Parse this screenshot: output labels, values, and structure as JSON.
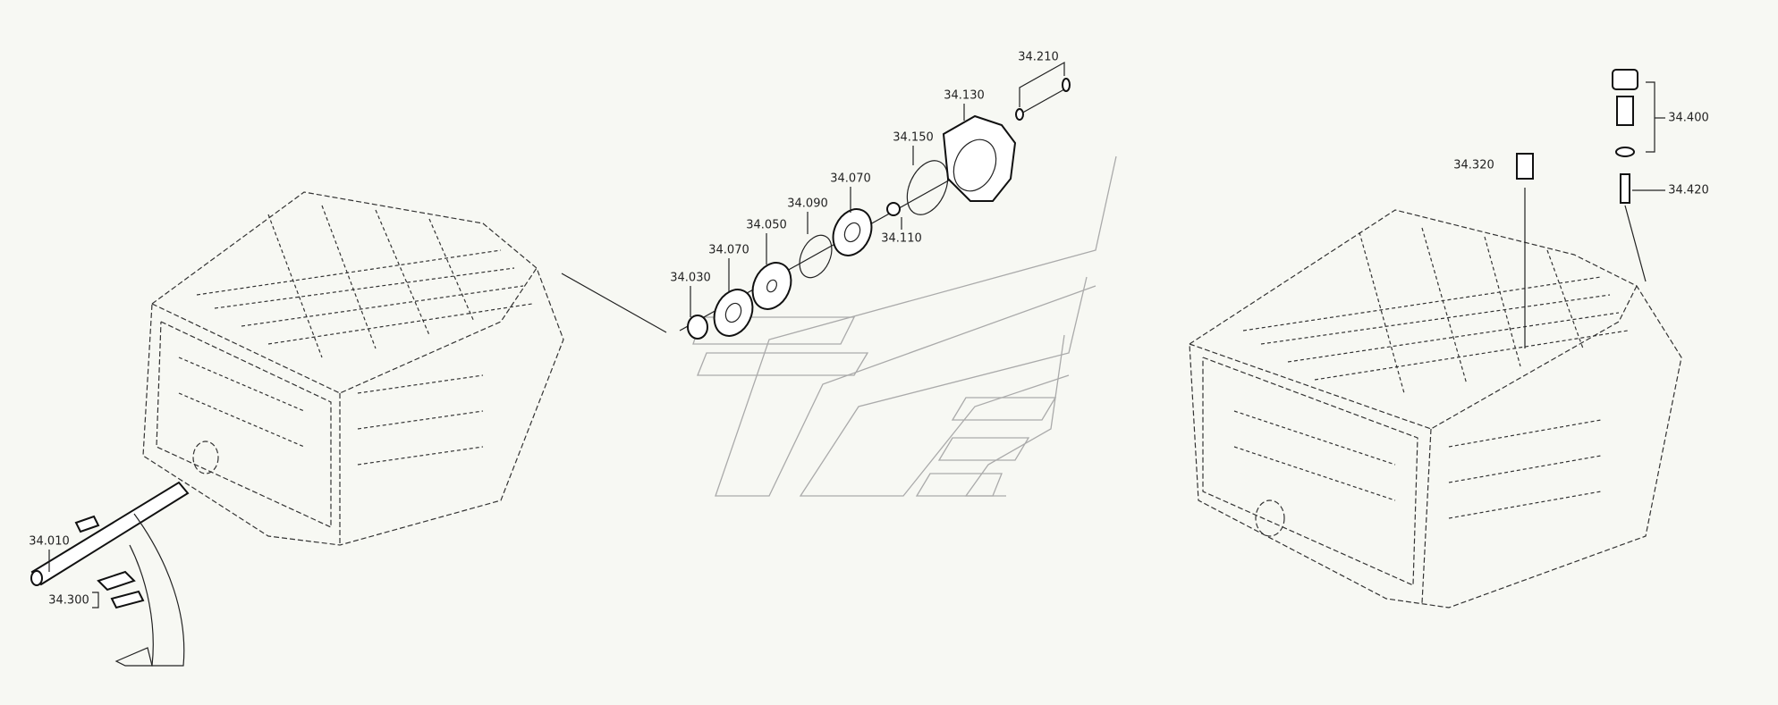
{
  "diagram": {
    "callouts": [
      {
        "id": "34.210",
        "text": "34.210"
      },
      {
        "id": "34.130",
        "text": "34.130"
      },
      {
        "id": "34.150",
        "text": "34.150"
      },
      {
        "id": "34.070a",
        "text": "34.070"
      },
      {
        "id": "34.090",
        "text": "34.090"
      },
      {
        "id": "34.050",
        "text": "34.050"
      },
      {
        "id": "34.070b",
        "text": "34.070"
      },
      {
        "id": "34.030",
        "text": "34.030"
      },
      {
        "id": "34.110",
        "text": "34.110"
      },
      {
        "id": "34.010",
        "text": "34.010"
      },
      {
        "id": "34.300",
        "text": "34.300"
      },
      {
        "id": "34.320",
        "text": "34.320"
      },
      {
        "id": "34.400",
        "text": "34.400"
      },
      {
        "id": "34.420",
        "text": "34.420"
      }
    ]
  }
}
